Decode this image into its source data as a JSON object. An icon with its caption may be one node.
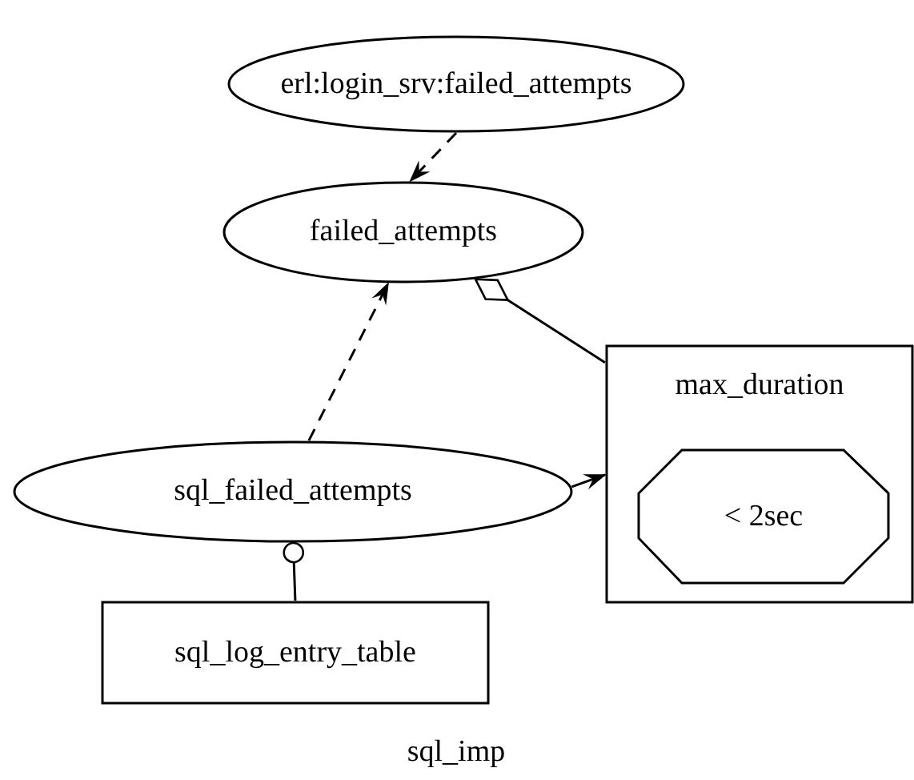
{
  "diagram": {
    "caption": "sql_imp",
    "nodes": [
      {
        "text": [
          "erl:login_srv:failed_attempts"
        ]
      },
      {
        "text": [
          "failed_attempts"
        ]
      },
      {
        "text": [
          "max_duration"
        ]
      },
      {
        "text": [
          "< 2sec"
        ],
        "in": 2
      },
      {
        "text": [
          "sql_failed_attempts"
        ]
      },
      {
        "text": [
          "sql_log_entry_table"
        ]
      }
    ],
    "edges": [
      {
        "from": 0,
        "to": 1,
        "arrow": "to",
        "style": "dashed"
      },
      {
        "from": 4,
        "to": 1,
        "arrow": "to",
        "style": "dashed"
      },
      {
        "from": 2,
        "to": 1,
        "arrow": "other"
      },
      {
        "from": 4,
        "to": 2,
        "arrow": "to"
      },
      {
        "from": 5,
        "to": 4,
        "arrow": "other"
      }
    ]
  }
}
